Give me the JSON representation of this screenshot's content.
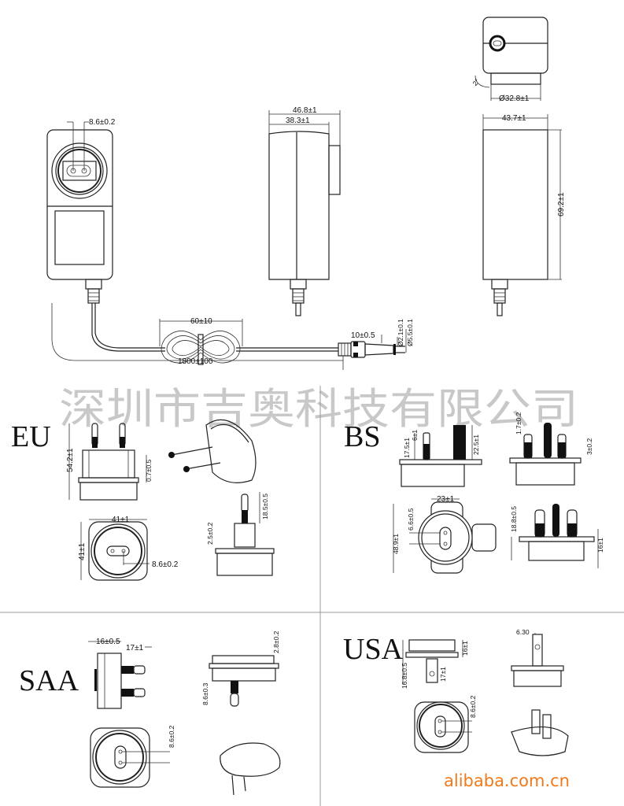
{
  "watermark": "深圳市吉奥科技有限公司",
  "brand": {
    "text": "alibaba.com.cn",
    "color": "#f07a1a"
  },
  "adapter": {
    "front_pin_spacing": "8.6±0.2",
    "side_width_outer": "46.8±1",
    "side_width_inner": "38.3±1",
    "top_diameter": "Ø32.8±1",
    "top_angle": "2°",
    "back_width": "43.7±1",
    "back_height": "69.2±1",
    "cable_coil": "60±10",
    "cable_length": "1800±100",
    "plug_length": "10±0.5",
    "plug_inner_diameter": "Ø2.1±0.1",
    "plug_outer_diameter": "Ø5.5±0.1"
  },
  "sections": {
    "eu": {
      "label": "EU",
      "height": "54.2±1",
      "flange": "0.7±0.5",
      "width": "41±1",
      "depth": "41±1",
      "pin_spacing": "8.6±0.2",
      "flange2": "2.5±0.2",
      "pin_length": "18.5±0.5"
    },
    "bs": {
      "label": "BS",
      "pin_width": "6±1",
      "pin_height_a": "17.5±1",
      "pin_height_b": "22.5±1",
      "top_gap": "1.7±0.2",
      "flange": "3±0.2",
      "width": "23±1",
      "height": "48.9±1",
      "pin_spacing": "6.6±0.5",
      "depth": "18.8±0.5",
      "base": "16±1"
    },
    "saa": {
      "label": "SAA",
      "width": "16±0.5",
      "pin_length": "17±1",
      "flange": "2.8±0.2",
      "offset": "8.6±0.3",
      "pin_spacing": "8.6±0.2"
    },
    "usa": {
      "label": "USA",
      "height": "16.8±0.5",
      "base": "16±1",
      "pin_length": "17±1",
      "pin_width": "6.30",
      "pin_spacing": "8.6±0.2"
    }
  }
}
